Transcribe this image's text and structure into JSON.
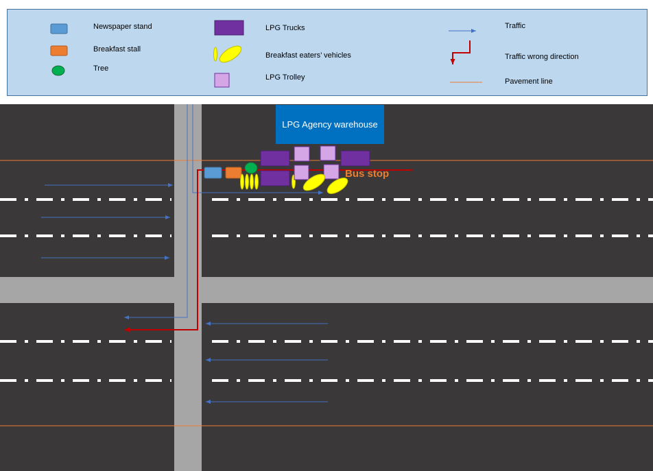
{
  "legend": {
    "newspaper_stand": "Newspaper stand",
    "breakfast_stall": "Breakfast stall",
    "tree": "Tree",
    "lpg_trucks": "LPG Trucks",
    "breakfast_eaters_vehicles": "Breakfast eaters’ vehicles",
    "lpg_trolley": "LPG Trolley",
    "traffic": "Traffic",
    "traffic_wrong_direction": "Traffic wrong direction",
    "pavement_line": "Pavement line"
  },
  "map": {
    "warehouse_label": "LPG Agency warehouse",
    "bus_stop_label": "Bus stop"
  },
  "colors": {
    "road": "#3a3838",
    "cross_road": "#a6a6a6",
    "lane_marking": "#ffffff",
    "pavement_line": "#ed7d31",
    "traffic_arrow": "#4472c4",
    "wrong_direction": "#c00000",
    "newspaper_stand": "#5b9bd5",
    "breakfast_stall": "#ed7d31",
    "tree": "#00b050",
    "lpg_truck": "#7030a0",
    "lpg_trolley": "#d5a6e6",
    "vehicle": "#ffff00",
    "warehouse": "#0070c0",
    "legend_bg": "#bdd7ee"
  },
  "icons": [
    "newspaper-stand-icon",
    "breakfast-stall-icon",
    "tree-icon",
    "lpg-truck-icon",
    "breakfast-vehicle-icon",
    "lpg-trolley-icon",
    "traffic-arrow-icon",
    "wrong-direction-arrow-icon",
    "pavement-line-icon"
  ]
}
